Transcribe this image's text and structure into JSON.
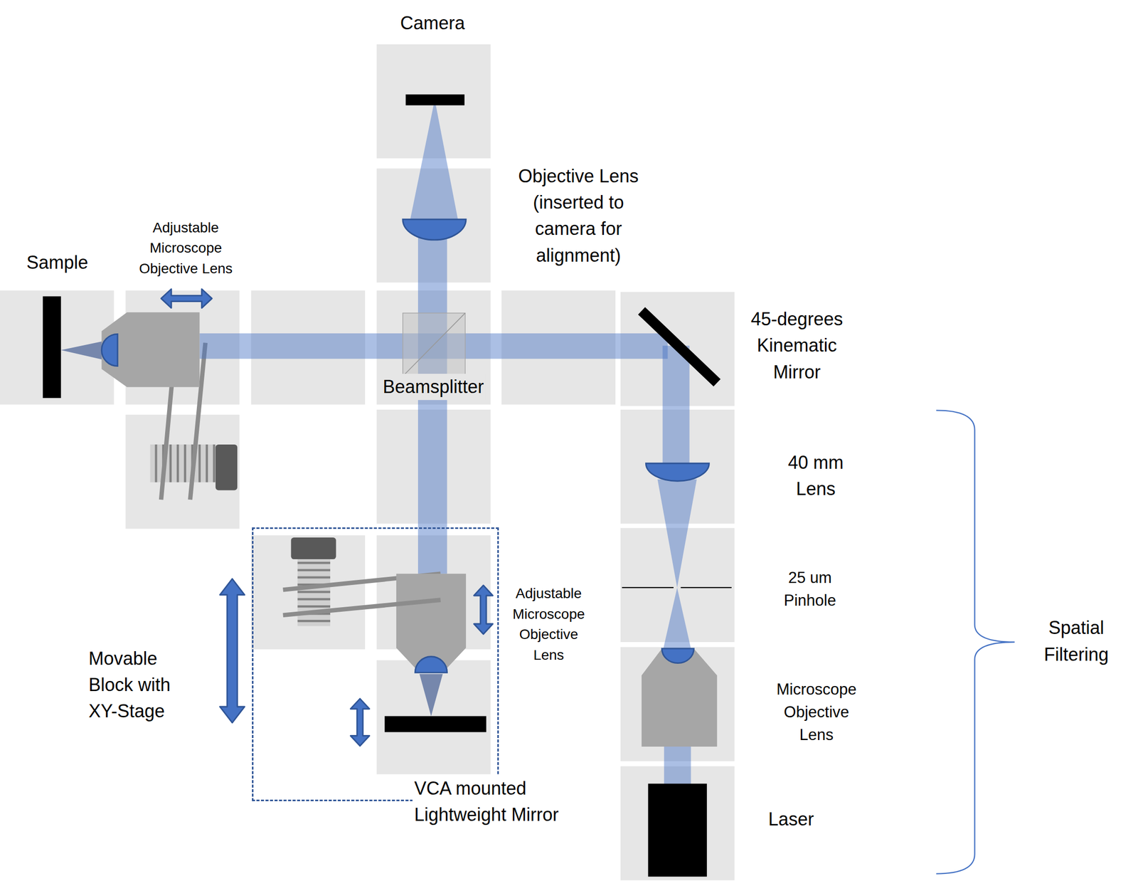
{
  "diagram": {
    "nodes": [
      {
        "text": [
          "Movable Block with XY-Stage"
        ]
      }
    ],
    "labels": [
      "Camera",
      "Objective Lens (inserted to camera for alignment)",
      "Sample",
      "Adjustable Microscope Objective Lens",
      "Beamsplitter",
      "45-degrees Kinematic Mirror",
      "40 mm Lens",
      "25 um Pinhole",
      "Spatial Filtering",
      "Microscope Objective Lens",
      "Laser",
      "Adjustable Microscope Objective Lens",
      "VCA mounted Lightweight Mirror"
    ]
  }
}
